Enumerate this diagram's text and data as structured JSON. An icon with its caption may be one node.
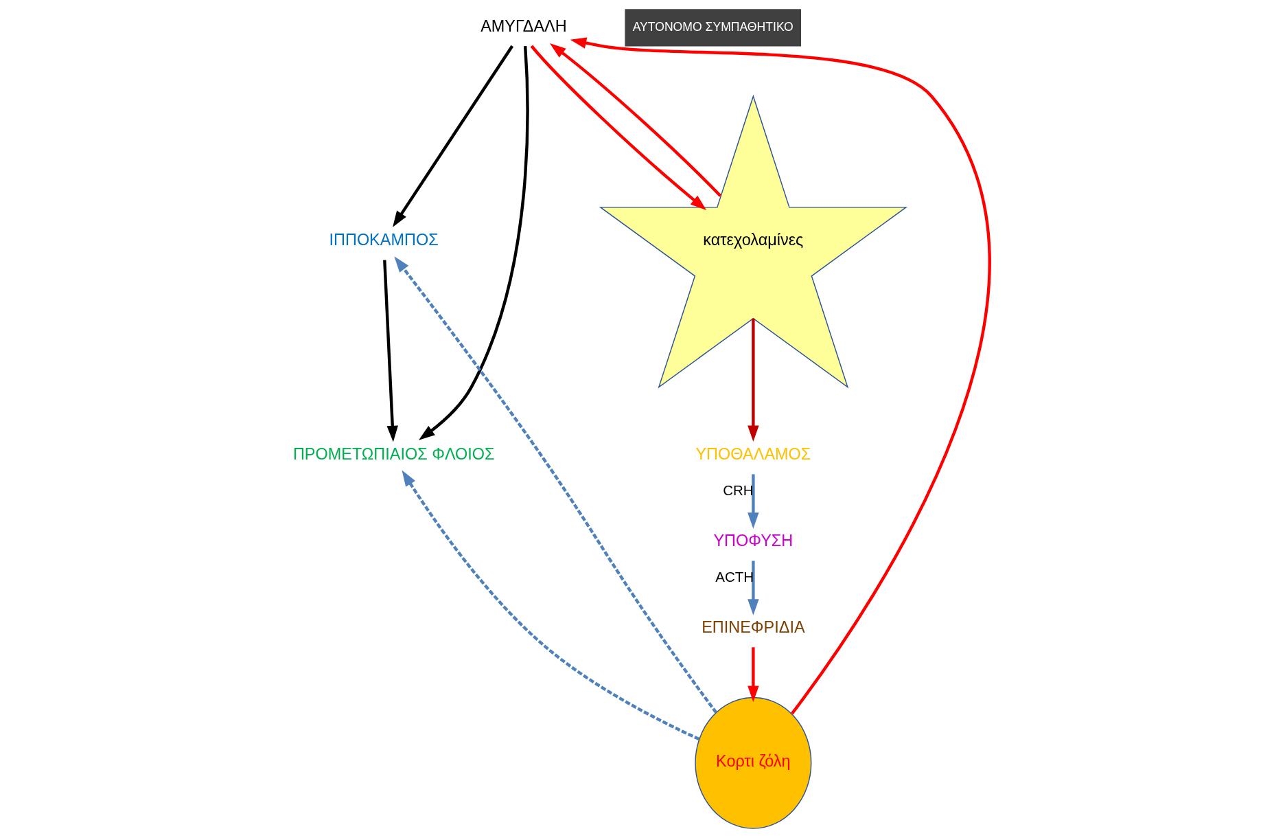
{
  "diagram": {
    "nodes": [
      {
        "text": [
          "ΑΜΥΓΔΑΛΗ"
        ]
      },
      {
        "text": [
          "ΙΠΠΟΚΑΜΠΟΣ"
        ]
      },
      {
        "text": [
          "ΠΡΟΜΕΤΩΠΙΑΙΟΣ ΦΛΟΙΟΣ"
        ]
      },
      {
        "text": [
          "ΑΥΤΟΝΟΜΟ ΣΥΜΠΑΘΗΤΙΚΟ"
        ]
      },
      {
        "text": [
          "κατεχολαμίνες"
        ]
      },
      {
        "text": [
          "ΥΠΟΘΑΛΑΜΟΣ"
        ]
      },
      {
        "text": [
          "ΥΠΟΦΥΣΗ"
        ]
      },
      {
        "text": [
          "ΕΠΙΝΕΦΡΙΔΙΑ"
        ]
      },
      {
        "text": [
          "Κορτι ζόλη"
        ]
      }
    ],
    "edges": [
      {
        "from": 0,
        "to": 1,
        "arrow": "to",
        "color": "#000000"
      },
      {
        "from": 1,
        "to": 2,
        "arrow": "to",
        "color": "#000000"
      },
      {
        "from": 0,
        "to": 2,
        "arrow": "to",
        "color": "#000000"
      },
      {
        "from": 0,
        "to": 4,
        "arrow": "to",
        "color": "#ff0000"
      },
      {
        "from": 4,
        "to": 0,
        "arrow": "to",
        "color": "#ff0000"
      },
      {
        "from": 8,
        "to": 1,
        "arrow": "to",
        "style": "dashed",
        "color": "#4f81bd"
      },
      {
        "from": 8,
        "to": 2,
        "arrow": "to",
        "style": "dashed",
        "color": "#4f81bd"
      },
      {
        "from": 8,
        "to": 0,
        "arrow": "to",
        "color": "#ff0000"
      },
      {
        "from": 4,
        "to": 5,
        "arrow": "to",
        "color": "#c00000"
      },
      {
        "from": 5,
        "to": 6,
        "arrow": "to",
        "label": "CRH",
        "color": "#4f81bd"
      },
      {
        "from": 6,
        "to": 7,
        "arrow": "to",
        "label": "ACTH",
        "color": "#4f81bd"
      },
      {
        "from": 7,
        "to": 8,
        "arrow": "to",
        "color": "#ff0000"
      }
    ]
  }
}
